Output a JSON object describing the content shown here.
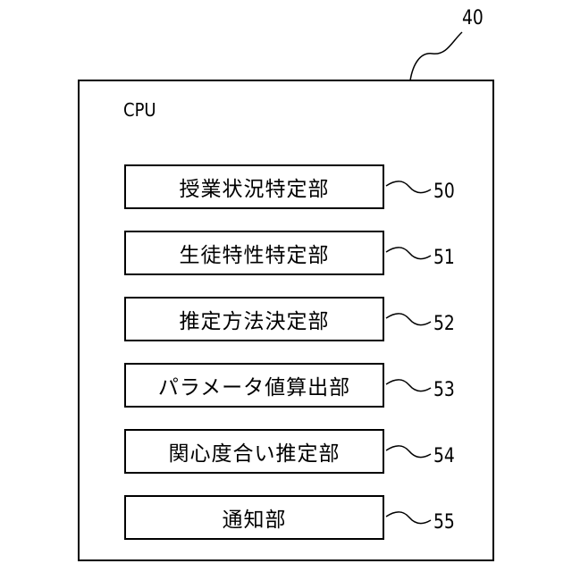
{
  "cpu": {
    "ref": "40",
    "title": "CPU"
  },
  "modules": [
    {
      "label": "授業状況特定部",
      "ref": "50"
    },
    {
      "label": "生徒特性特定部",
      "ref": "51"
    },
    {
      "label": "推定方法決定部",
      "ref": "52"
    },
    {
      "label": "パラメータ値算出部",
      "ref": "53"
    },
    {
      "label": "関心度合い推定部",
      "ref": "54"
    },
    {
      "label": "通知部",
      "ref": "55"
    }
  ]
}
